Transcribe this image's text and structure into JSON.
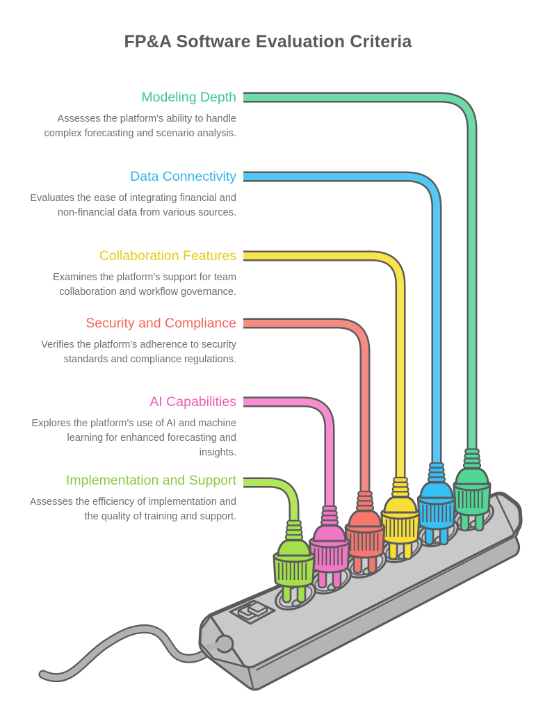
{
  "title": "FP&A Software Evaluation Criteria",
  "items": [
    {
      "label": "Modeling Depth",
      "description": "Assesses the platform's ability to handle complex forecasting and scenario analysis.",
      "label_color": "#3cc68d",
      "cable_color": "#6edca6",
      "plug_color": "#50d695"
    },
    {
      "label": "Data Connectivity",
      "description": "Evaluates the ease of integrating financial and non-financial data from various sources.",
      "label_color": "#34b2e9",
      "cable_color": "#55c7f7",
      "plug_color": "#38bff5"
    },
    {
      "label": "Collaboration Features",
      "description": "Examines the platform's support for team collaboration and workflow governance.",
      "label_color": "#e3cd15",
      "cable_color": "#f9e44c",
      "plug_color": "#f7df36"
    },
    {
      "label": "Security and Compliance",
      "description": "Verifies the platform's adherence to security standards and compliance regulations.",
      "label_color": "#f4655a",
      "cable_color": "#f58c84",
      "plug_color": "#f5776e"
    },
    {
      "label": "AI Capabilities",
      "description": "Explores the platform's use of AI and machine learning for enhanced forecasting and insights.",
      "label_color": "#ee58b3",
      "cable_color": "#f78ccf",
      "plug_color": "#f276c5"
    },
    {
      "label": "Implementation and Support",
      "description": "Assesses the efficiency of implementation and the quality of training and support.",
      "label_color": "#8dc63f",
      "cable_color": "#b3e65b",
      "plug_color": "#a5e04b"
    }
  ],
  "illustration": {
    "outline": "#595a5c",
    "strip_top": "#c9c9ca",
    "strip_front": "#b4b4b5",
    "strip_cap": "#bfbfc0",
    "socket": "#c5c5c6",
    "socket_inner": "#cdcdce",
    "cord": "#b2b2b3",
    "title_color": "#58595b"
  }
}
